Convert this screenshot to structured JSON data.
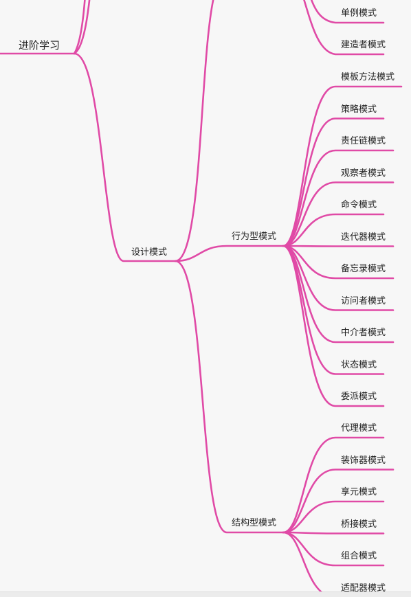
{
  "colors": {
    "branch": "#e04aa6",
    "background": "#f7f7f7",
    "text": "#1e1e1e"
  },
  "nodes": {
    "advanced_learning": "进阶学习",
    "design_patterns": "设计模式",
    "behavioral": "行为型模式",
    "structural": "结构型模式"
  },
  "creational_children": [
    "单例模式",
    "建造者模式"
  ],
  "behavioral_children": [
    "模板方法模式",
    "策略模式",
    "责任链模式",
    "观察者模式",
    "命令模式",
    "迭代器模式",
    "备忘录模式",
    "访问者模式",
    "中介者模式",
    "状态模式",
    "委派模式"
  ],
  "structural_children": [
    "代理模式",
    "装饰器模式",
    "享元模式",
    "桥接模式",
    "组合模式",
    "适配器模式"
  ]
}
